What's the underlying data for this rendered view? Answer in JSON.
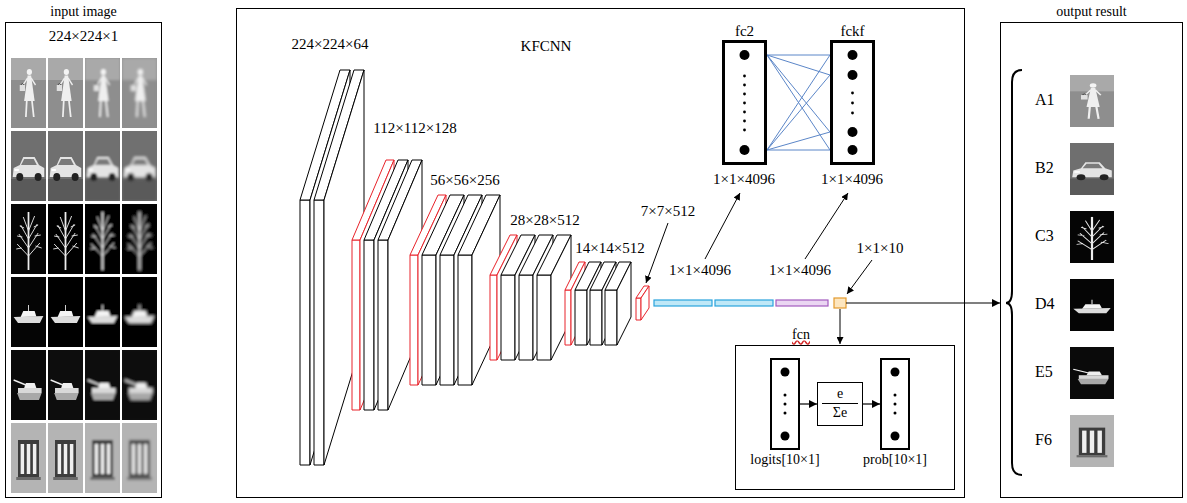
{
  "diagram": {
    "nodes": [
      {
        "text": [
          "input image",
          "224×224×1"
        ]
      },
      {
        "text": [
          "KFCNN"
        ]
      },
      {
        "text": [
          "fc2"
        ],
        "in": 1
      },
      {
        "text": [
          "fckf"
        ],
        "in": 1
      },
      {
        "text": [
          "fcn"
        ],
        "in": 1
      },
      {
        "text": [
          "logits[10×1]"
        ],
        "in": 4
      },
      {
        "text": [
          "e",
          "Σe"
        ],
        "in": 4
      },
      {
        "text": [
          "prob[10×1]"
        ],
        "in": 4
      },
      {
        "text": [
          "output result"
        ]
      }
    ],
    "edges": [
      {
        "from": 2,
        "to": 3,
        "arrow": "none"
      },
      {
        "from": 5,
        "to": 6,
        "arrow": "to"
      },
      {
        "from": 6,
        "to": 7,
        "arrow": "to"
      },
      {
        "from": 1,
        "to": 8,
        "arrow": "to"
      }
    ],
    "labels": [
      "224×224×64",
      "112×112×128",
      "56×56×256",
      "28×28×512",
      "14×14×512",
      "7×7×512",
      "1×1×4096",
      "1×1×4096",
      "1×1×4096",
      "1×1×4096",
      "1×1×10",
      "A1",
      "B2",
      "C3",
      "D4",
      "E5",
      "F6"
    ]
  }
}
